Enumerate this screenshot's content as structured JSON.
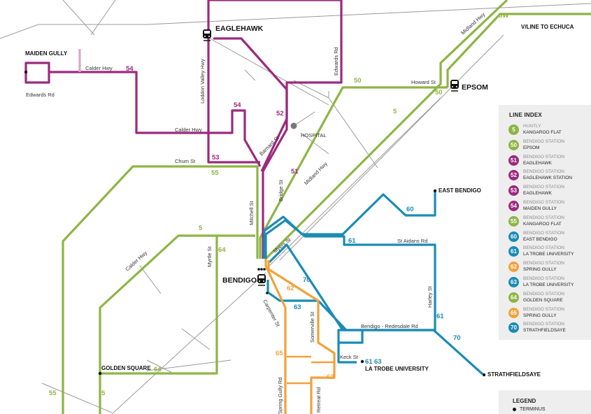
{
  "colors": {
    "green": "#8db544",
    "purple": "#9b2a7e",
    "blue": "#1a8bb5",
    "orange": "#f0a23a",
    "pink": "#d9a3c6",
    "road": "#9a9a9a"
  },
  "stations": {
    "eaglehawk": "EAGLEHAWK",
    "epsom": "EPSOM",
    "bendigo": "BENDIGO"
  },
  "places": {
    "maiden_gully": "MAIDEN GULLY",
    "vline": "V/LINE TO ECHUCA",
    "hospital": "HOSPITAL",
    "east_bendigo": "EAST BENDIGO",
    "golden_square": "GOLDEN SQUARE",
    "la_trobe": "LA TROBE UNIVERSITY",
    "strathfieldsaye": "STRATHFIELDSAYE"
  },
  "streets": {
    "calder_hwy": "Calder Hwy",
    "edwards_rd": "Edwards Rd",
    "loddon_valley_hwy": "Loddon Valley Hwy",
    "midland_hwy": "Midland Hwy",
    "howard_st": "Howard St",
    "barnard_st": "Barnard St",
    "chum_st": "Chum St",
    "bridge_st": "Bridge St",
    "mitchell_st": "Mitchell St",
    "myrtle_st": "Myrtle St",
    "myers_st": "Myers St",
    "st_aidans_rd": "St Aidans Rd",
    "harley_st": "Harley St",
    "carpenter_st": "Carpenter St",
    "somerville_st": "Somerville St",
    "bendigo_redesdale_rd": "Bendigo - Redesdale Rd",
    "keck_st": "Keck St",
    "spring_gully_rd": "Spring Gully Rd",
    "retreat_rd": "Retreat Rd"
  },
  "route_labels": {
    "r5w": "5W",
    "r50a": "50",
    "r50b": "50",
    "r5a": "5",
    "r5b": "5",
    "r5c": "5",
    "r54a": "54",
    "r54b": "54",
    "r52": "52",
    "r53": "53",
    "r51": "51",
    "r55a": "55",
    "r55b": "55",
    "r64a": "64",
    "r64b": "64",
    "r60": "60",
    "r61a": "61",
    "r61b": "61",
    "r61c": "61",
    "r63a": "63",
    "r63b": "63",
    "r70a": "70",
    "r70b": "70",
    "r62a": "62",
    "r62b": "62",
    "r65": "65"
  },
  "legend": {
    "title": "LINE INDEX",
    "items": [
      {
        "num": "5",
        "from": "HUNTLY",
        "to": "KANGAROO FLAT",
        "color": "#8db544"
      },
      {
        "num": "50",
        "from": "BENDIGO STATION",
        "to": "EPSOM",
        "color": "#8db544"
      },
      {
        "num": "51",
        "from": "BENDIGO STATION",
        "to": "EAGLEHAWK",
        "color": "#9b2a7e"
      },
      {
        "num": "52",
        "from": "BENDIGO STATION",
        "to": "EAGLEHAWK STATION",
        "color": "#9b2a7e"
      },
      {
        "num": "53",
        "from": "BENDIGO STATION",
        "to": "EAGLEHAWK",
        "color": "#9b2a7e"
      },
      {
        "num": "54",
        "from": "BENDIGO STATION",
        "to": "MAIDEN GULLY",
        "color": "#9b2a7e"
      },
      {
        "num": "55",
        "from": "BENDIGO STATION",
        "to": "KANGAROO FLAT",
        "color": "#8db544"
      },
      {
        "num": "60",
        "from": "BENDIGO STATION",
        "to": "EAST BENDIGO",
        "color": "#1a8bb5"
      },
      {
        "num": "61",
        "from": "BENDIGO STATION",
        "to": "LA TROBE UNIVERSITY",
        "color": "#1a8bb5"
      },
      {
        "num": "62",
        "from": "BENDIGO STATION",
        "to": "SPRING GULLY",
        "color": "#f0a23a"
      },
      {
        "num": "63",
        "from": "BENDIGO STATION",
        "to": "LA TROBE UNIVERSITY",
        "color": "#1a8bb5"
      },
      {
        "num": "64",
        "from": "BENDIGO STATION",
        "to": "GOLDEN SQUARE",
        "color": "#8db544"
      },
      {
        "num": "65",
        "from": "BENDIGO STATION",
        "to": "SPRING GULLY",
        "color": "#f0a23a"
      },
      {
        "num": "70",
        "from": "BENDIGO STATION",
        "to": "STRATHFIELDSAYE",
        "color": "#1a8bb5"
      }
    ]
  },
  "legend2": {
    "title": "LEGEND",
    "terminus": "TERMINUS"
  }
}
